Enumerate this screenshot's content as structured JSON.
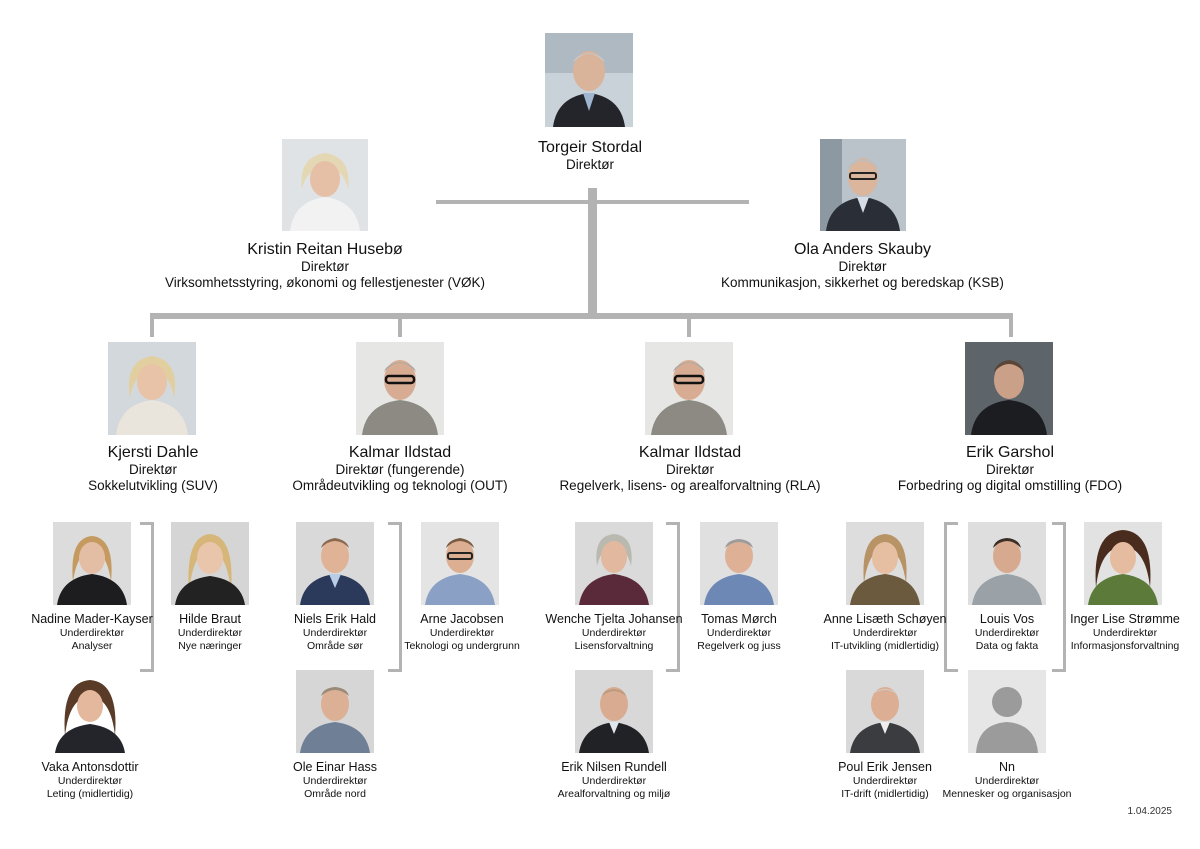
{
  "chart_date": "1.04.2025",
  "colors": {
    "connector": "#b3b3b3",
    "text": "#111111"
  },
  "top": {
    "name": "Torgeir Stordal",
    "title": "Direktør",
    "dept": ""
  },
  "staff_left": {
    "name": "Kristin Reitan Husebø",
    "title": "Direktør",
    "dept": "Virksomhetsstyring, økonomi og fellestjenester (VØK)"
  },
  "staff_right": {
    "name": "Ola Anders Skauby",
    "title": "Direktør",
    "dept": "Kommunikasjon, sikkerhet og beredskap (KSB)"
  },
  "directors": [
    {
      "name": "Kjersti Dahle",
      "title": "Direktør",
      "dept": "Sokkelutvikling (SUV)"
    },
    {
      "name": "Kalmar Ildstad",
      "title": "Direktør (fungerende)",
      "dept": "Områdeutvikling og teknologi (OUT)"
    },
    {
      "name": "Kalmar Ildstad",
      "title": "Direktør",
      "dept": "Regelverk, lisens- og arealforvaltning (RLA)"
    },
    {
      "name": "Erik Garshol",
      "title": "Direktør",
      "dept": "Forbedring og digital omstilling (FDO)"
    }
  ],
  "subs": [
    {
      "name": "Nadine Mader-Kayser",
      "title": "Underdirektør",
      "dept": "Analyser"
    },
    {
      "name": "Hilde Braut",
      "title": "Underdirektør",
      "dept": "Nye næringer"
    },
    {
      "name": "Vaka Antonsdottir",
      "title": "Underdirektør",
      "dept": "Leting (midlertidig)"
    },
    {
      "name": "Niels Erik Hald",
      "title": "Underdirektør",
      "dept": "Område sør"
    },
    {
      "name": "Arne Jacobsen",
      "title": "Underdirektør",
      "dept": "Teknologi og undergrunn"
    },
    {
      "name": "Ole Einar Hass",
      "title": "Underdirektør",
      "dept": "Område nord"
    },
    {
      "name": "Wenche Tjelta Johansen",
      "title": "Underdirektør",
      "dept": "Lisensforvaltning"
    },
    {
      "name": "Tomas Mørch",
      "title": "Underdirektør",
      "dept": "Regelverk og juss"
    },
    {
      "name": "Erik Nilsen Rundell",
      "title": "Underdirektør",
      "dept": "Arealforvaltning og miljø"
    },
    {
      "name": "Anne Lisæth Schøyen",
      "title": "Underdirektør",
      "dept": "IT-utvikling (midlertidig)"
    },
    {
      "name": "Louis Vos",
      "title": "Underdirektør",
      "dept": "Data og fakta"
    },
    {
      "name": "Inger Lise Strømme",
      "title": "Underdirektør",
      "dept": "Informasjonsforvaltning"
    },
    {
      "name": "Poul Erik Jensen",
      "title": "Underdirektør",
      "dept": "IT-drift (midlertidig)"
    },
    {
      "name": "Nn",
      "title": "Underdirektør",
      "dept": "Mennesker og organisasjon"
    }
  ]
}
